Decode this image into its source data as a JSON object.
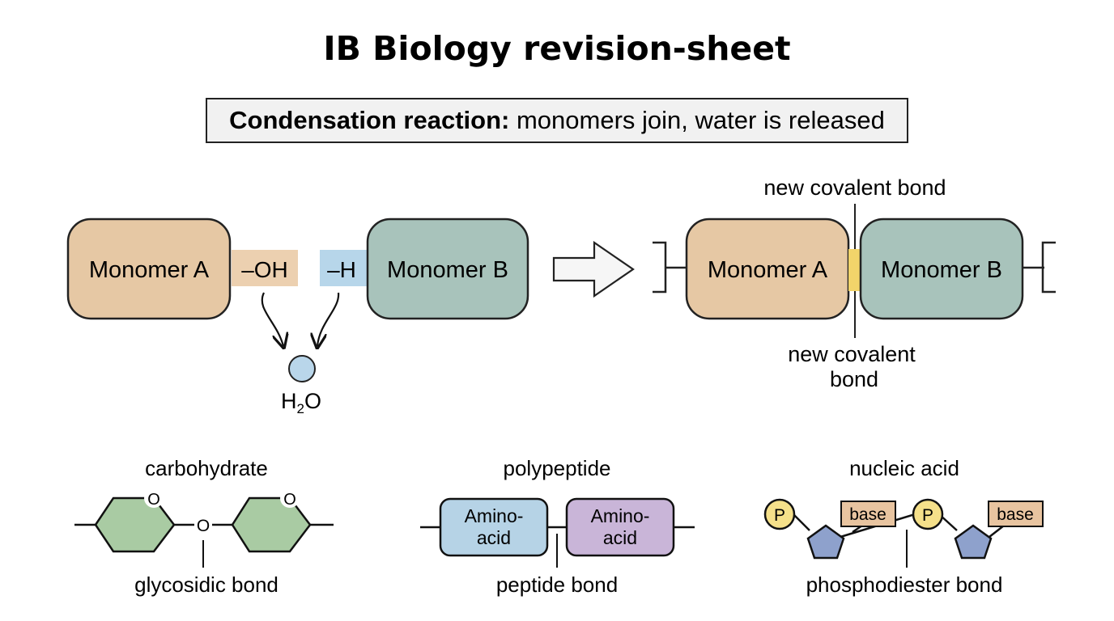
{
  "title": "IB Biology revision-sheet",
  "banner": {
    "bold": "Condensation reaction:",
    "rest": " monomers join, water is released"
  },
  "reactants": {
    "monomer_a": "Monomer A",
    "oh_group": "–OH",
    "h_group": "–H",
    "monomer_b": "Monomer B",
    "water": {
      "main": "H",
      "sub": "2",
      "tail": "O"
    }
  },
  "product": {
    "monomer_a": "Monomer A",
    "monomer_b": "Monomer B",
    "bond_label_top": "new covalent bond",
    "bond_label_bottom_line1": "new covalent",
    "bond_label_bottom_line2": "bond"
  },
  "examples": {
    "carbohydrate": {
      "title": "carbohydrate",
      "ring_o": "O",
      "link_o": "O",
      "bond": "glycosidic bond"
    },
    "polypeptide": {
      "title": "polypeptide",
      "unit1": [
        "Amino-",
        "acid"
      ],
      "unit2": [
        "Amino-",
        "acid"
      ],
      "bond": "peptide bond"
    },
    "nucleic_acid": {
      "title": "nucleic acid",
      "phosphate": "P",
      "base": "base",
      "bond": "phosphodiester bond"
    }
  },
  "colors": {
    "monomer_a": "#e6c8a4",
    "monomer_b": "#a8c3bb",
    "oh_tag": "#ecd0b0",
    "h_tag": "#b7d6ea",
    "water": "#b9d6ea",
    "bond_highlight": "#f2d46a",
    "sugar_ring": "#a9cba3",
    "amino_blue": "#b6d3e6",
    "amino_purple": "#c9b5d8",
    "phosphate": "#f5e08a",
    "pentose": "#8ea1cc",
    "base_box": "#e8c4a0"
  }
}
